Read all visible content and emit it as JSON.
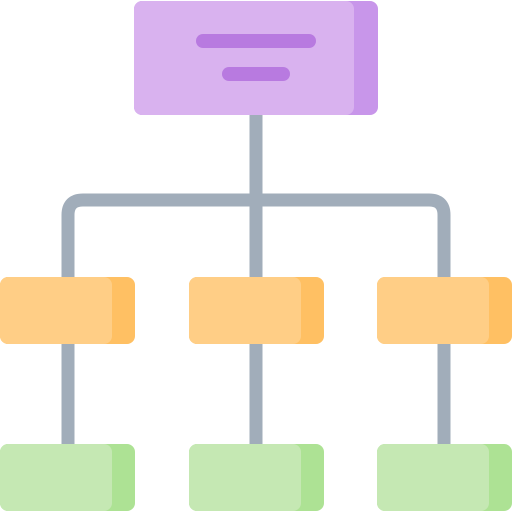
{
  "diagram": {
    "type": "org-chart",
    "levels": 3,
    "children_per_node": [
      3,
      1,
      1,
      1
    ],
    "colors": {
      "connector": "#a1adba",
      "root_fill": "#d9b2ef",
      "root_shade": "#c896ea",
      "root_text_lines": "#b87ae0",
      "mid_fill": "#ffce86",
      "mid_shade": "#ffc063",
      "leaf_fill": "#c5e8b3",
      "leaf_shade": "#ade294",
      "background": "#ffffff"
    }
  }
}
